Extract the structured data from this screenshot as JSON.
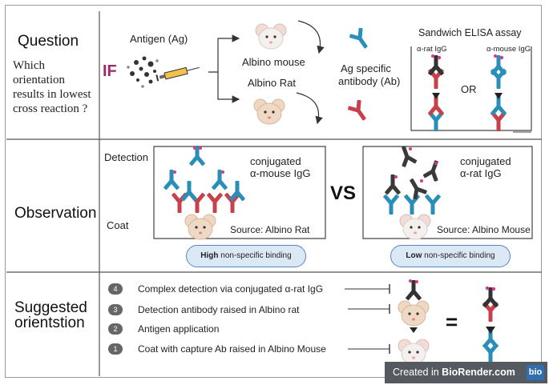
{
  "question": {
    "title": "Question",
    "text_lines": [
      "Which",
      "orientation",
      "results in lowest",
      "cross reaction ?"
    ],
    "antigen_label": "Antigen (Ag)",
    "if_label": "IF",
    "albino_mouse_label": "Albino mouse",
    "albino_rat_label": "Albino Rat",
    "antibody_label_lines": [
      "Ag specific",
      "antibody (Ab)"
    ],
    "elisa_title": "Sandwich ELISA assay",
    "elisa_left": "α-rat IgG",
    "elisa_right": "α-mouse IgG",
    "or_label": "OR"
  },
  "observation": {
    "title": "Observation",
    "detection_label": "Detection",
    "coat_label": "Coat",
    "vs_label": "VS",
    "left": {
      "conjugated_lines": [
        "conjugated",
        "α-mouse IgG"
      ],
      "source": "Source: Albino Rat",
      "binding_strong": "High",
      "binding_rest": " non-specific binding"
    },
    "right": {
      "conjugated_lines": [
        "conjugated",
        "α-rat IgG"
      ],
      "source": "Source: Albino Mouse",
      "binding_strong": "Low",
      "binding_rest": " non-specific binding"
    }
  },
  "suggested": {
    "title_lines": [
      "Suggested",
      "orientstion"
    ],
    "steps": [
      {
        "num": "4",
        "text": "Complex detection via conjugated α-rat IgG"
      },
      {
        "num": "3",
        "text": "Detection antibody raised in Albino rat"
      },
      {
        "num": "2",
        "text": "Antigen application"
      },
      {
        "num": "1",
        "text": "Coat with capture Ab raised in Albino Mouse"
      }
    ],
    "equals": "="
  },
  "watermark": {
    "prefix": "Created in ",
    "brand": "BioRender.com",
    "logo": "bio"
  },
  "colors": {
    "blue_ab": "#2a8fb8",
    "red_ab": "#c8404a",
    "dark_ab": "#3a3a3a",
    "pink_dot": "#d63a8a",
    "if_color": "#9b2a66",
    "pill_fill": "#dbe8f6"
  }
}
